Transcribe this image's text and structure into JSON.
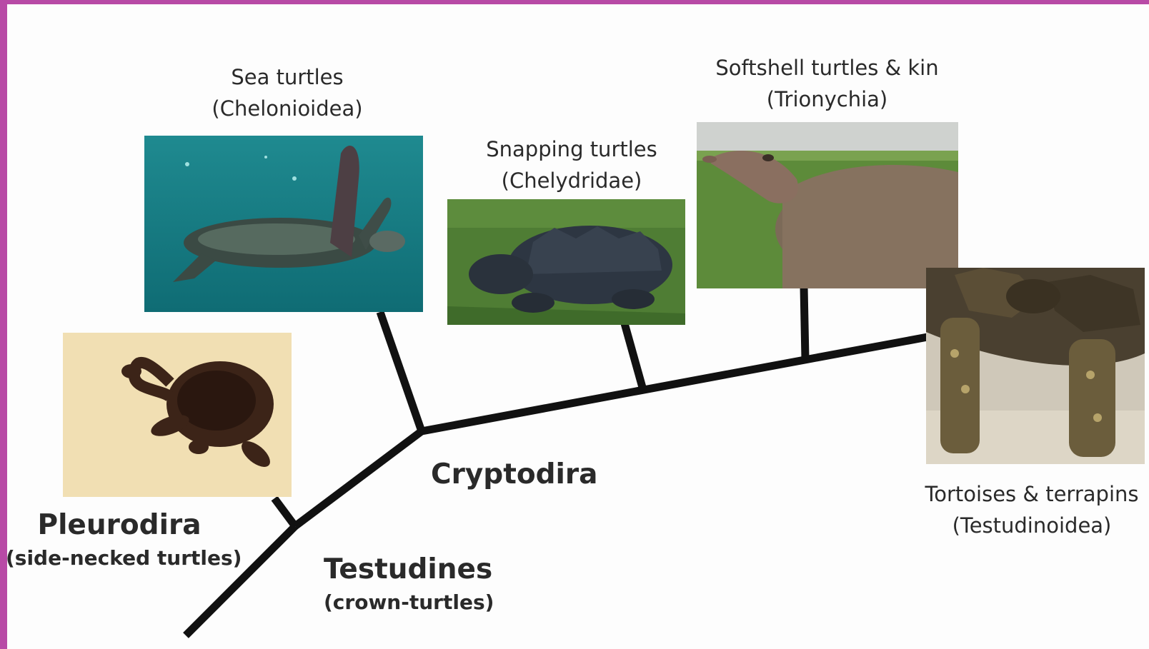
{
  "diagram": {
    "root": {
      "name": "Testudines",
      "sub": "(crown-turtles)"
    },
    "clades": [
      {
        "name": "Pleurodira",
        "sub": "(side-necked turtles)"
      },
      {
        "name": "Cryptodira"
      }
    ],
    "taxa": [
      {
        "name": "Sea turtles",
        "sci": "(Chelonioidea)",
        "photo": "sea-turtle-photo"
      },
      {
        "name": "Snapping turtles",
        "sci": "(Chelydridae)",
        "photo": "snapping-turtle-photo"
      },
      {
        "name": "Softshell turtles & kin",
        "sci": "(Trionychia)",
        "photo": "softshell-turtle-photo"
      },
      {
        "name": "Tortoises & terrapins",
        "sci": "(Testudinoidea)",
        "photo": "tortoise-photo"
      }
    ],
    "colors": {
      "frame": "#b84aa6",
      "branch": "#111111"
    }
  }
}
